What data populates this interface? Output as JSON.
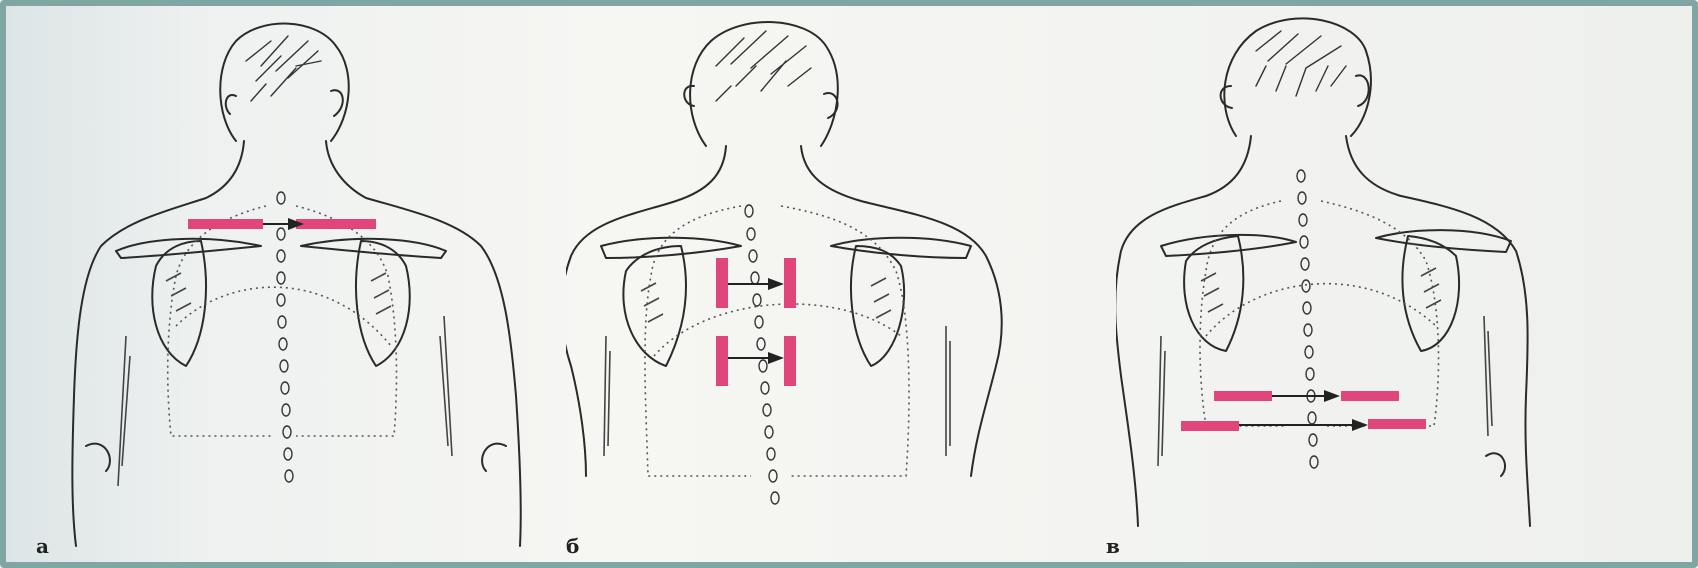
{
  "panels": [
    {
      "id": "a",
      "label": "а",
      "marker_color": "#e0457b"
    },
    {
      "id": "b",
      "label": "б",
      "marker_color": "#e0457b"
    },
    {
      "id": "c",
      "label": "в",
      "marker_color": "#e0457b"
    }
  ],
  "colors": {
    "marker": "#e0457b",
    "ink": "#2a2a2a",
    "frame": "#7fa6a3"
  }
}
